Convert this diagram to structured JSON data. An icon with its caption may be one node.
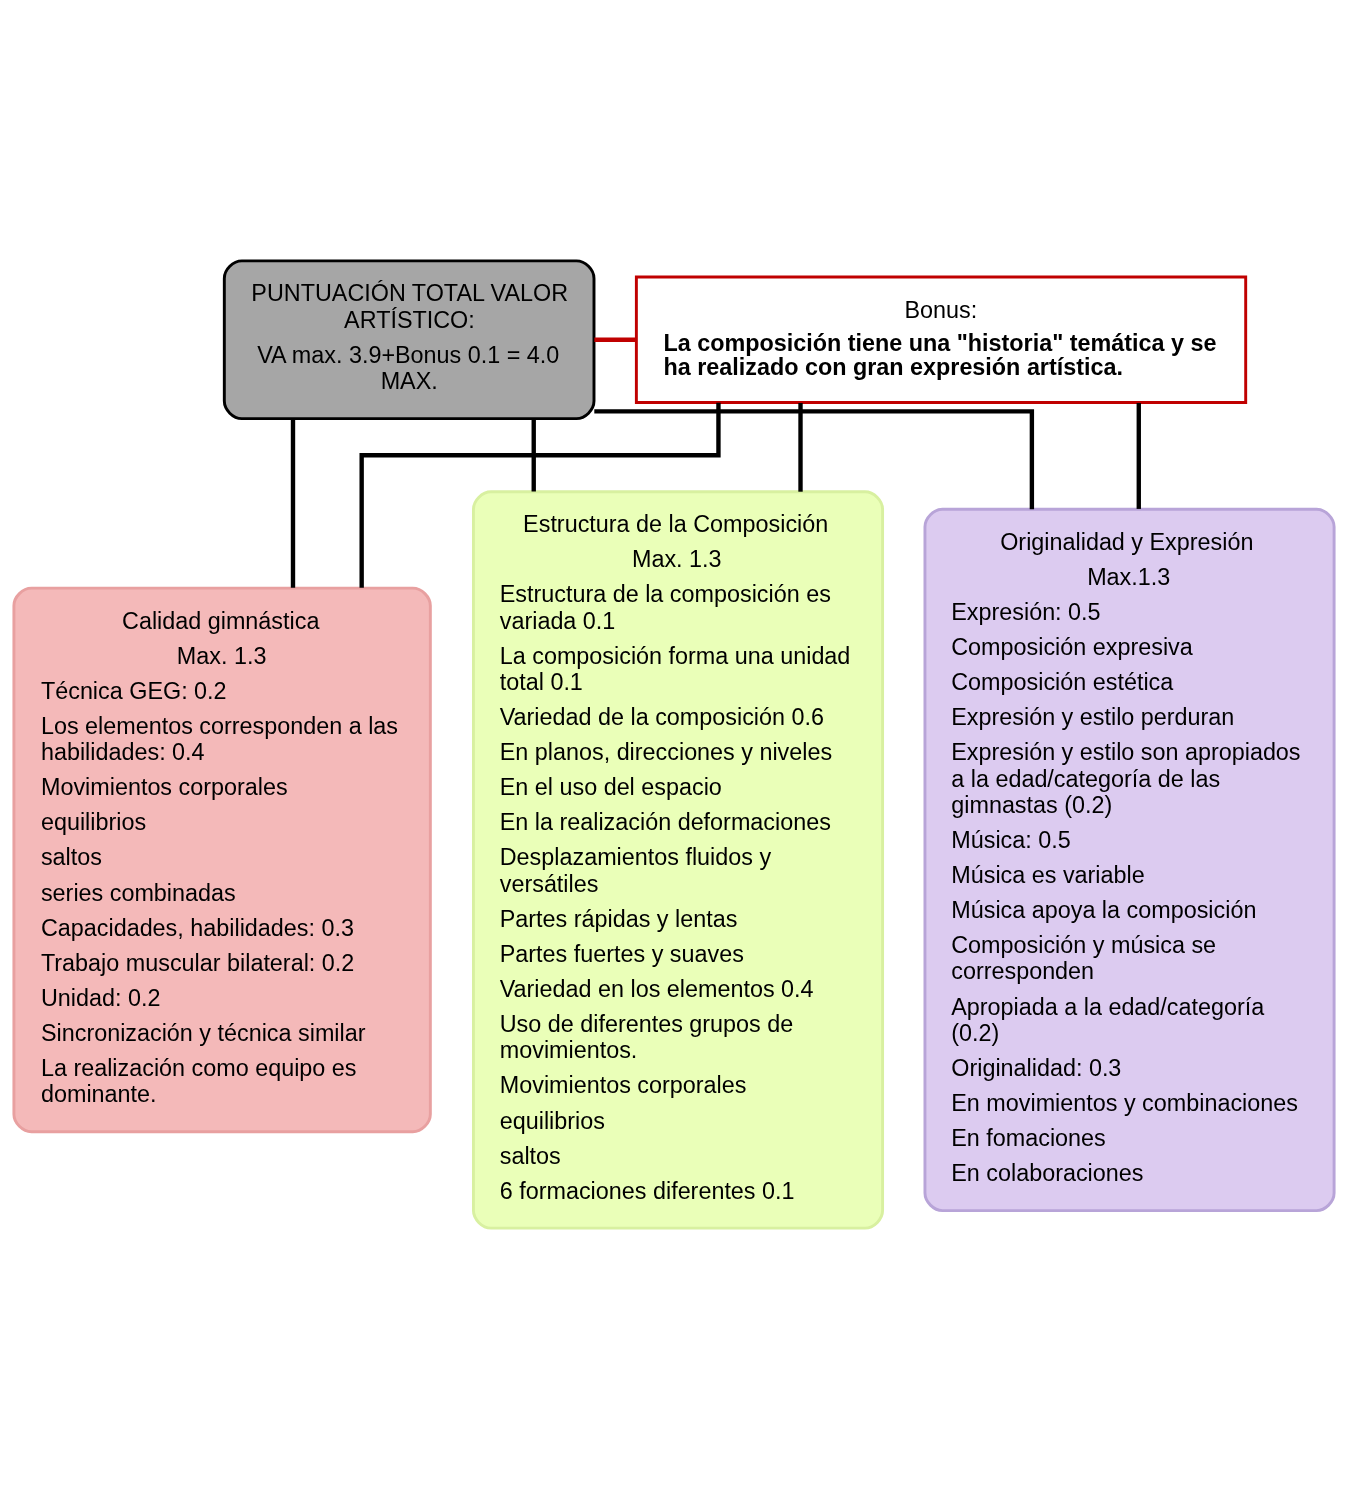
{
  "diagram": {
    "nodes": [
      {
        "text": [
          "PUNTUACIÓN TOTAL VALOR ARTÍSTICO:",
          "VA max. 3.9+Bonus 0.1 = 4.0 MAX."
        ]
      },
      {
        "text": [
          "Bonus:",
          "La composición tiene una \"historia\" temática y se ha realizado con gran expresión artística."
        ]
      },
      {
        "text": [
          "Calidad gimnástica",
          "Max. 1.3",
          "Técnica GEG: 0.2",
          "Los elementos corresponden a las habilidades: 0.4",
          "Movimientos corporales",
          "equilibrios",
          "saltos",
          "series combinadas",
          "Capacidades, habilidades: 0.3",
          "Trabajo muscular bilateral: 0.2",
          "Unidad: 0.2",
          "Sincronización y técnica similar",
          "La realización como equipo es dominante."
        ]
      },
      {
        "text": [
          "Estructura de la Composición",
          "Max. 1.3",
          "Estructura de la composición es variada 0.1",
          "La composición forma una unidad total 0.1",
          "Variedad de la composición 0.6",
          "En planos, direcciones y niveles",
          "En el uso del espacio",
          "En la realización deformaciones",
          "Desplazamientos fluidos y versátiles",
          "Partes rápidas y lentas",
          "Partes fuertes y suaves",
          "Variedad en los elementos 0.4",
          "Uso de diferentes grupos de movimientos.",
          "Movimientos corporales",
          "equilibrios",
          "saltos",
          "6 formaciones diferentes 0.1"
        ]
      },
      {
        "text": [
          "Originalidad y Expresión",
          "Max.1.3",
          "Expresión: 0.5",
          "Composición expresiva",
          "Composición estética",
          "Expresión y estilo perduran",
          "Expresión y estilo son apropiados a la edad/categoría de las gimnastas (0.2)",
          "Música: 0.5",
          "Música es variable",
          "Música apoya la composición",
          "Composición y música se corresponden",
          "Apropiada a la edad/categoría (0.2)",
          "Originalidad: 0.3",
          "En movimientos y combinaciones",
          "En fomaciones",
          "En colaboraciones"
        ]
      }
    ],
    "edges": [
      {
        "from": 1,
        "to": 0,
        "arrow": "none",
        "color": "#c00000"
      },
      {
        "from": 0,
        "to": 2,
        "arrow": "none"
      },
      {
        "from": 0,
        "to": 3,
        "arrow": "none"
      },
      {
        "from": 0,
        "to": 4,
        "arrow": "none"
      },
      {
        "from": 1,
        "to": 2,
        "arrow": "none"
      },
      {
        "from": 1,
        "to": 3,
        "arrow": "none"
      },
      {
        "from": 1,
        "to": 4,
        "arrow": "none"
      }
    ]
  }
}
